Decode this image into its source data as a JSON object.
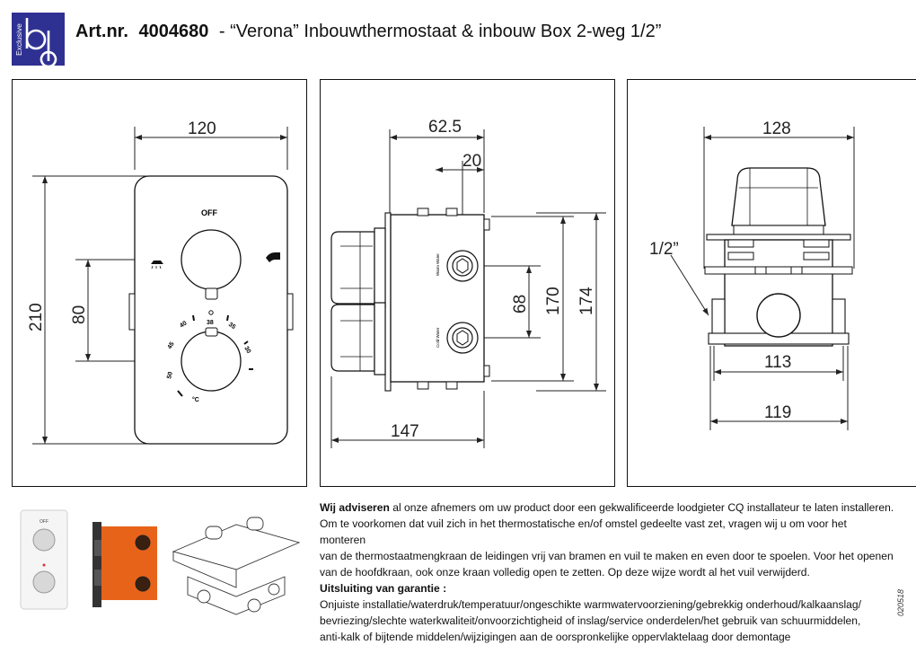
{
  "logo": {
    "brand": "bd",
    "sub": "Exclusive",
    "color": "#2f3192"
  },
  "header": {
    "art_label": "Art.nr.",
    "art_number": "4004680",
    "title": "- “Verona” Inbouwthermostaat & inbouw Box 2-weg 1/2”"
  },
  "front_view": {
    "width_dim": "120",
    "height_dim": "210",
    "spacing_dim": "80",
    "off_label": "OFF",
    "scale": [
      "50",
      "45",
      "40",
      "38",
      "35",
      "30"
    ],
    "unit": "°C"
  },
  "side_view": {
    "depth_dim": "62.5",
    "offset_dim": "20",
    "spacing_dim": "68",
    "height_dim_1": "170",
    "height_dim_2": "174",
    "overall_depth": "147",
    "label_top": "Warm Water",
    "label_bottom": "Cold Water"
  },
  "top_view": {
    "width_dim": "128",
    "thread": "1/2”",
    "inner_dim": "113",
    "outer_dim": "119"
  },
  "notes": {
    "p1_bold": "Wij adviseren",
    "p1": " al onze afnemers om uw product door een gekwalificeerde loodgieter CQ installateur te laten installeren.",
    "p2": "Om te voorkomen dat vuil zich in het thermostatische en/of omstel gedeelte vast zet, vragen wij u om voor het monteren",
    "p3": "van  de thermostaatmengkraan de leidingen vrij van bramen en vuil te maken en even door te spoelen. Voor het openen",
    "p4": "van de hoofdkraan, ook onze kraan volledig open te zetten. Op deze wijze wordt al het vuil verwijderd.",
    "warranty_title": "Uitsluiting van garantie :",
    "w1": "Onjuiste installatie/waterdruk/temperatuur/ongeschikte warmwatervoorziening/gebrekkig onderhoud/kalkaanslag/",
    "w2": "bevriezing/slechte waterkwaliteit/onvoorzichtigheid of inslag/service onderdelen/het gebruik van schuurmiddelen,",
    "w3": "anti-kalk of bijtende middelen/wijzigingen aan de oorspronkelijke oppervlaktelaag  door demontage"
  },
  "doc_code": "020518",
  "photos": {
    "off_label": "OFF",
    "box_color": "#e8631a"
  }
}
